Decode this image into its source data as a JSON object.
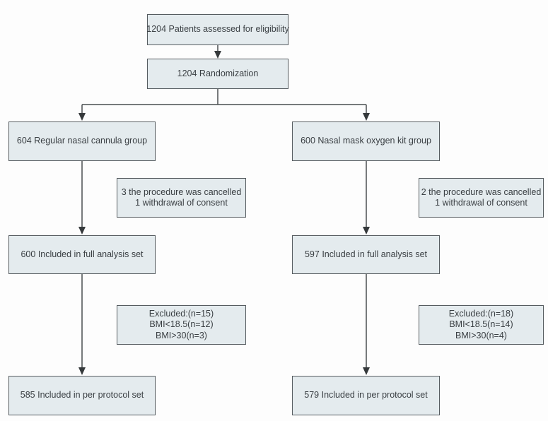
{
  "diagram": {
    "kind": "patient-flow-consort",
    "colors": {
      "box_fill": "#e4ebee",
      "box_border": "#565c60",
      "line": "#4a4e50",
      "text": "#3a3f43",
      "background": "#fdfdfd"
    },
    "nodes": {
      "eligibility": {
        "label": "1204 Patients assessed for eligibility"
      },
      "randomization": {
        "label": "1204 Randomization"
      },
      "left_group": {
        "label": "604 Regular nasal cannula group"
      },
      "right_group": {
        "label": "600 Nasal mask oxygen kit group"
      },
      "left_dropout": {
        "lines": [
          "3 the procedure was cancelled",
          "1 withdrawal of consent"
        ]
      },
      "right_dropout": {
        "lines": [
          "2 the procedure was cancelled",
          "1 withdrawal of consent"
        ]
      },
      "left_fas": {
        "label": "600 Included in full analysis set"
      },
      "right_fas": {
        "label": "597 Included in full analysis set"
      },
      "left_excluded": {
        "lines": [
          "Excluded:(n=15)",
          "BMI<18.5(n=12)",
          "BMI>30(n=3)"
        ]
      },
      "right_excluded": {
        "lines": [
          "Excluded:(n=18)",
          "BMI<18.5(n=14)",
          "BMI>30(n=4)"
        ]
      },
      "left_pps": {
        "label": "585 Included in per protocol set"
      },
      "right_pps": {
        "label": "579 Included in per protocol set"
      }
    },
    "edges": [
      {
        "from": "eligibility",
        "to": "randomization"
      },
      {
        "from": "randomization",
        "to": "left_group"
      },
      {
        "from": "randomization",
        "to": "right_group"
      },
      {
        "from": "left_group",
        "to": "left_fas"
      },
      {
        "from": "right_group",
        "to": "right_fas"
      },
      {
        "from": "left_fas",
        "to": "left_pps"
      },
      {
        "from": "right_fas",
        "to": "right_pps"
      }
    ]
  }
}
